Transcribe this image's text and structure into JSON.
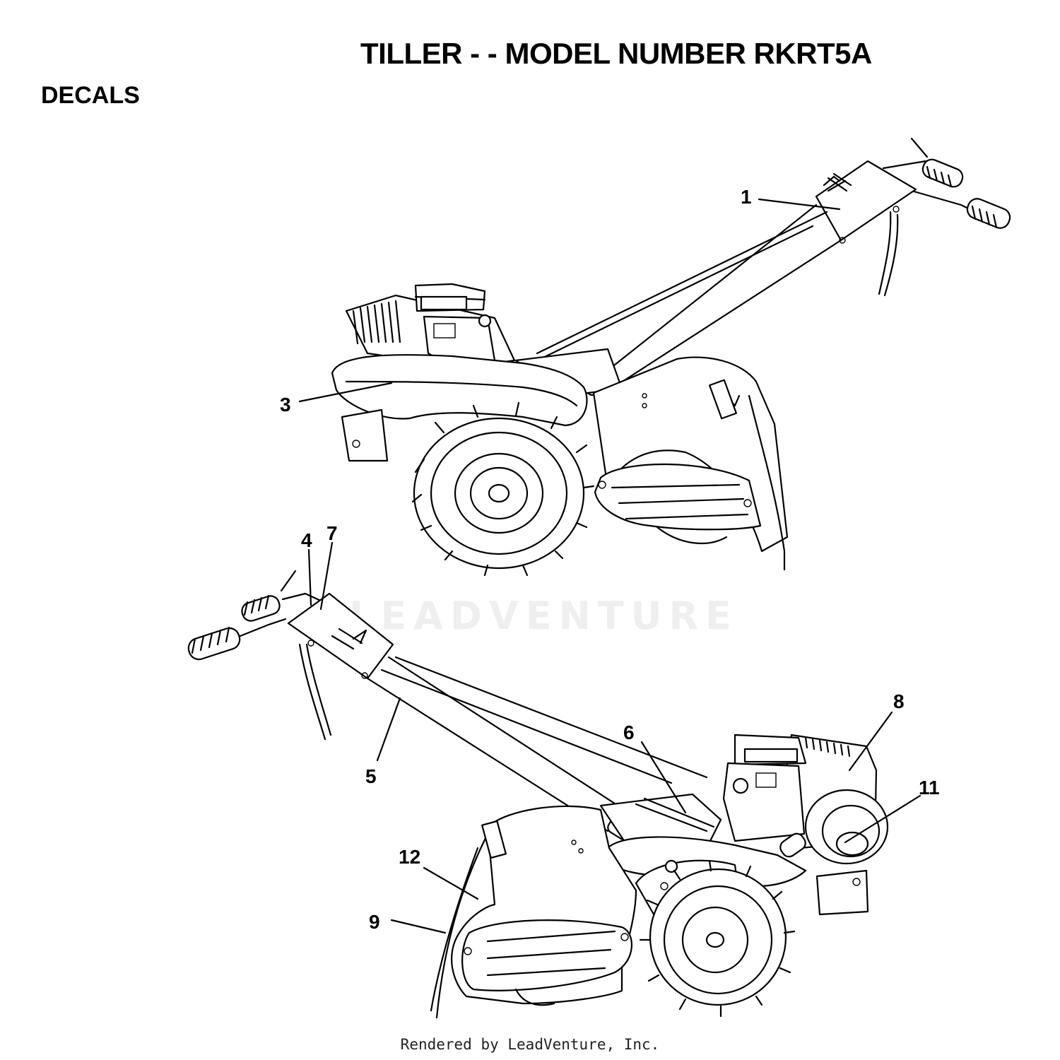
{
  "header": {
    "title": "TILLER - - MODEL NUMBER RKRT5A",
    "section": "DECALS"
  },
  "footer": {
    "rendered_by": "Rendered by LeadVenture, Inc."
  },
  "watermark": {
    "text": "LEADVENTURE"
  },
  "callouts": {
    "c1": "1",
    "c3": "3",
    "c4": "4",
    "c5": "5",
    "c6": "6",
    "c7": "7",
    "c8": "8",
    "c9": "9",
    "c11": "11",
    "c12": "12"
  },
  "icons": {
    "top_view": "tiller-illustration-upper",
    "bottom_view": "tiller-illustration-lower"
  }
}
